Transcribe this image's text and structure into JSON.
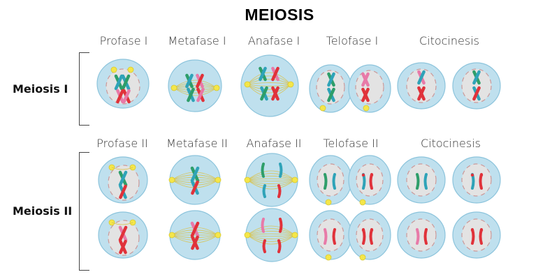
{
  "title": "MEIOSIS",
  "meiosis1": {
    "label": "Meiosis I",
    "stages": [
      "Profase I",
      "Metafase I",
      "Anafase I",
      "Telofase I",
      "Citocinesis"
    ]
  },
  "meiosis2": {
    "label": "Meiosis II",
    "stages": [
      "Profase II",
      "Metafase II",
      "Anafase II",
      "Telofase II",
      "Citocinesis"
    ]
  },
  "colors": {
    "cell_fill": "#bfe0ee",
    "cell_stroke": "#8cc4dc",
    "nucleus_fill": "#e3e3e3",
    "spindle": "#d9c24a",
    "centrosome": "#f4e64a",
    "green": "#2e9e6a",
    "teal": "#2fa3b8",
    "pink": "#e87aa8",
    "red": "#e0323a"
  }
}
